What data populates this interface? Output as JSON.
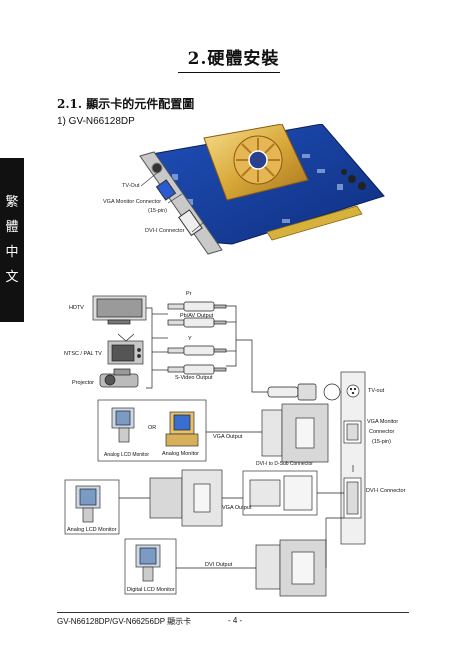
{
  "chapter": {
    "title": "2.硬體安裝"
  },
  "section": {
    "title": "2.1. 顯示卡的元件配置圖"
  },
  "subsection": {
    "title": "1) GV-N66128DP"
  },
  "side_tab": {
    "chars": [
      "繁",
      "體",
      "中",
      "文"
    ]
  },
  "card_photo": {
    "labels": {
      "tvout": "TV-Out",
      "vga": "VGA Monitor Connector",
      "vga_pin": "(15-pin)",
      "dvi": "DVI-I Connector"
    }
  },
  "diagram": {
    "devices": {
      "hdtv": "HDTV",
      "ntsc": "NTSC / PAL TV",
      "projector": "Projector",
      "analog_lcd_1": "Analog LCD Monitor",
      "analog_monitor": "Analog Monitor",
      "or": "OR",
      "analog_lcd_2": "Analog LCD Monitor",
      "digital_lcd": "Digital LCD Monitor"
    },
    "signals": {
      "pr": "Pr",
      "pbav": "Pb/AV Output",
      "y": "Y",
      "svideo": "S-Video Output",
      "vga_output_1": "VGA Output",
      "dvi_to_dsub": "DVI-I to D-Sub Connector",
      "vga_output_2": "VGA Output",
      "dvi_output": "DVI Output"
    },
    "bracket": {
      "tvout": "TV-out",
      "vga1": "VGA Monitor",
      "vga2": "Connector",
      "vga3": "(15-pin)",
      "dvi": "DVI-I Connector"
    }
  },
  "footer": {
    "model": "GV-N66128DP/GV-N66256DP 顯示卡",
    "page": "- 4 -"
  }
}
